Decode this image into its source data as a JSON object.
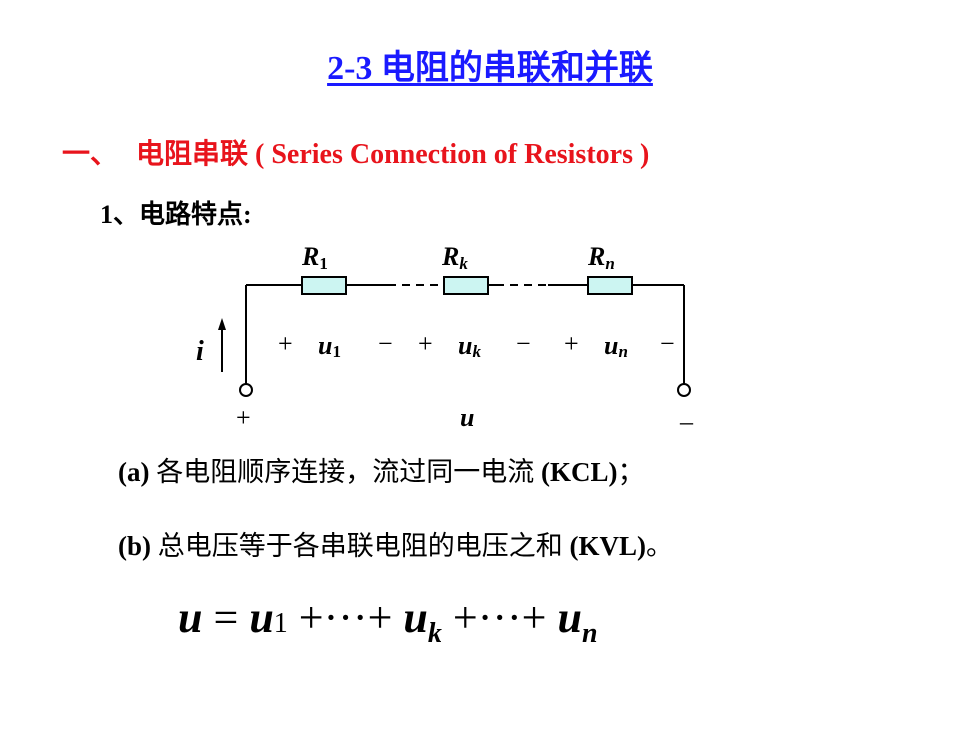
{
  "title": "2-3  电阻的串联和并联",
  "section": {
    "number": "一、",
    "label": "电阻串联 ( Series Connection of Resistors )"
  },
  "subsection": "1、电路特点:",
  "circuit": {
    "resistors": [
      {
        "symbol": "R",
        "subscript": "1"
      },
      {
        "symbol": "R",
        "subscript": "k"
      },
      {
        "symbol": "R",
        "subscript": "n"
      }
    ],
    "current_label": "i",
    "voltage_drops": [
      {
        "plus": "+",
        "symbol": "u",
        "subscript": "1",
        "minus": "−"
      },
      {
        "plus": "+",
        "symbol": "u",
        "subscript": "k",
        "minus": "−"
      },
      {
        "plus": "+",
        "symbol": "u",
        "subscript": "n",
        "minus": "−"
      }
    ],
    "terminal_plus": "+",
    "terminal_minus": "–",
    "total_voltage": "u",
    "colors": {
      "resistor_fill": "#ccf5f2",
      "wire": "#000000"
    }
  },
  "points": {
    "a": {
      "prefix": "(a)",
      "text": " 各电阻顺序连接，流过同一电流 ",
      "suffix": "(KCL)",
      "end": "；"
    },
    "b": {
      "prefix": "(b)",
      "text": " 总电压等于各串联电阻的电压之和 ",
      "suffix": "(KVL)",
      "end": "。"
    }
  },
  "formula": {
    "lhs": "u",
    "eq": " = ",
    "t1": "u",
    "t1_sub": "1",
    "mid1": " +···+ ",
    "tk": "u",
    "tk_sub": "k",
    "mid2": " +···+ ",
    "tn": "u",
    "tn_sub": "n"
  },
  "colors": {
    "title": "#1a1aff",
    "section": "#e8141c"
  }
}
